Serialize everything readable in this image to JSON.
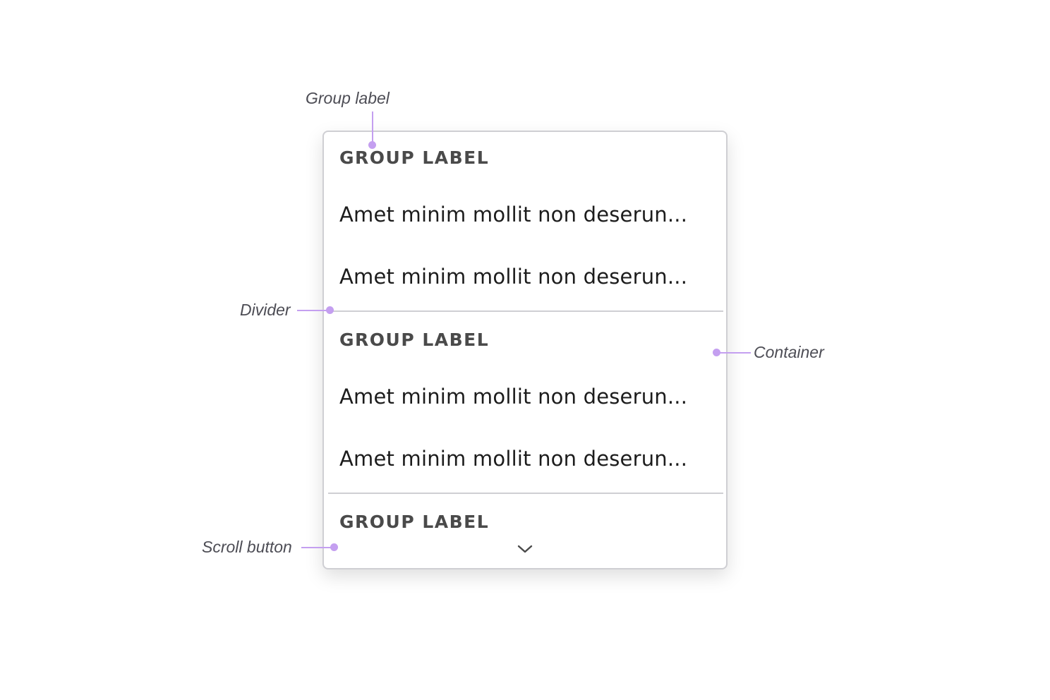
{
  "annotations": {
    "group_label": "Group label",
    "divider": "Divider",
    "container": "Container",
    "scroll_button": "Scroll button"
  },
  "listbox": {
    "groups": [
      {
        "label": "GROUP LABEL",
        "options": [
          "Amet minim mollit non deserun...",
          "Amet minim mollit non deserun..."
        ]
      },
      {
        "label": "GROUP LABEL",
        "options": [
          "Amet minim mollit non deserun...",
          "Amet minim mollit non deserun..."
        ]
      },
      {
        "label": "GROUP LABEL",
        "options": []
      }
    ],
    "scroll_icon": "chevron-down-icon"
  },
  "colors": {
    "annotation_accent": "#c49ff0",
    "border": "#cfcfd3",
    "group_label_text": "#4a4a4a",
    "option_text": "#1c1c1c"
  }
}
